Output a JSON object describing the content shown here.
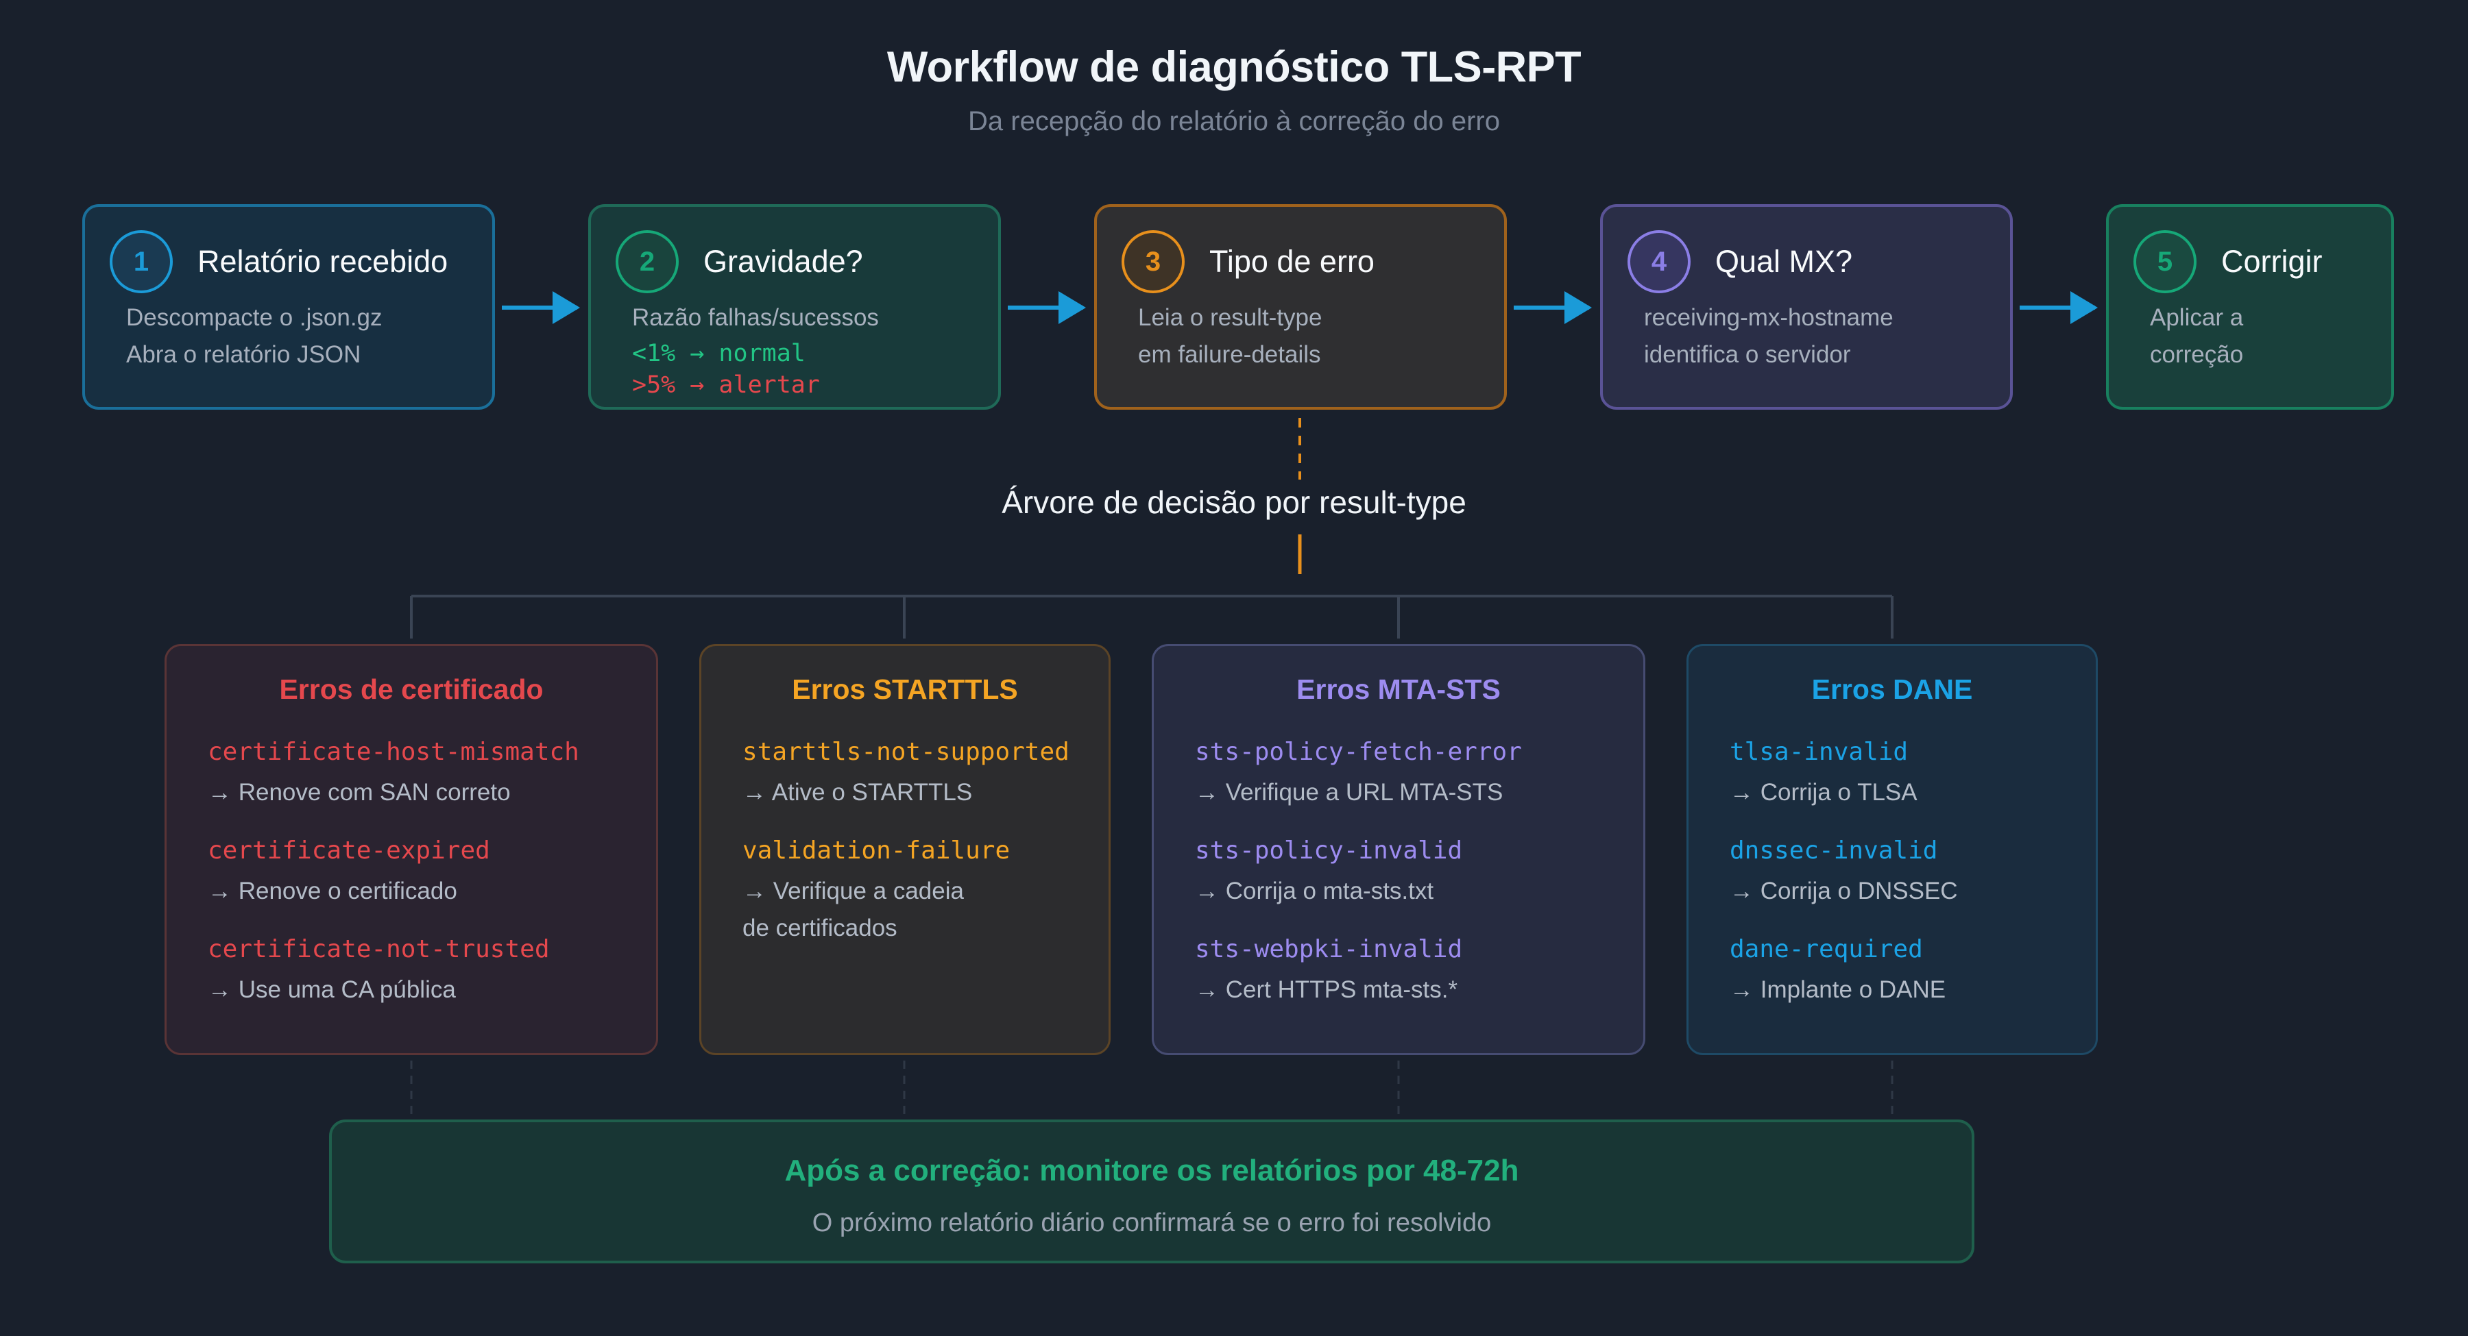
{
  "title": "Workflow de diagnóstico TLS-RPT",
  "subtitle": "Da recepção do relatório à correção do erro",
  "steps": [
    {
      "num": "1",
      "title": "Relatório recebido",
      "line1": "Descompacte o .json.gz",
      "line2": "Abra o relatório JSON",
      "color": "#1b9bd8"
    },
    {
      "num": "2",
      "title": "Gravidade?",
      "line1": "Razão falhas/sucessos",
      "good": "<1% → normal",
      "bad": ">5% → alertar",
      "color": "#16a878"
    },
    {
      "num": "3",
      "title": "Tipo de erro",
      "line1": "Leia o result-type",
      "line2": "em failure-details",
      "color": "#e8901c"
    },
    {
      "num": "4",
      "title": "Qual MX?",
      "line1": "receiving-mx-hostname",
      "line2": "identifica o servidor",
      "color": "#8b7ee6"
    },
    {
      "num": "5",
      "title": "Corrigir",
      "line1": "Aplicar a",
      "line2": "correção",
      "color": "#16a878"
    }
  ],
  "tree_label": "Árvore de decisão por result-type",
  "categories": [
    {
      "title": "Erros de certificado",
      "color": "#e5484d",
      "items": [
        {
          "code": "certificate-host-mismatch",
          "fix": "→ Renove com SAN correto"
        },
        {
          "code": "certificate-expired",
          "fix": "→ Renove o certificado"
        },
        {
          "code": "certificate-not-trusted",
          "fix": "→ Use uma CA pública"
        }
      ]
    },
    {
      "title": "Erros STARTTLS",
      "color": "#f5a524",
      "items": [
        {
          "code": "starttls-not-supported",
          "fix": "→ Ative o STARTTLS"
        },
        {
          "code": "validation-failure",
          "fix": "→ Verifique a cadeia",
          "fix2": "de certificados"
        }
      ]
    },
    {
      "title": "Erros MTA-STS",
      "color": "#9d8cf0",
      "items": [
        {
          "code": "sts-policy-fetch-error",
          "fix": "→ Verifique a URL MTA-STS"
        },
        {
          "code": "sts-policy-invalid",
          "fix": "→ Corrija o mta-sts.txt"
        },
        {
          "code": "sts-webpki-invalid",
          "fix": "→ Cert HTTPS mta-sts.*"
        }
      ]
    },
    {
      "title": "Erros DANE",
      "color": "#1ba3e6",
      "items": [
        {
          "code": "tlsa-invalid",
          "fix": "→ Corrija o TLSA"
        },
        {
          "code": "dnssec-invalid",
          "fix": "→ Corrija o DNSSEC"
        },
        {
          "code": "dane-required",
          "fix": "→ Implante o DANE"
        }
      ]
    }
  ],
  "footer": {
    "title": "Após a correção: monitore os relatórios por 48-72h",
    "subtitle": "O próximo relatório diário confirmará se o erro foi resolvido"
  },
  "colors": {
    "background": "#19202c",
    "arrow": "#1b9bd8",
    "good": "#22c585",
    "bad": "#e5484d",
    "connector": "#3a4454",
    "dash": "#e8901c"
  }
}
